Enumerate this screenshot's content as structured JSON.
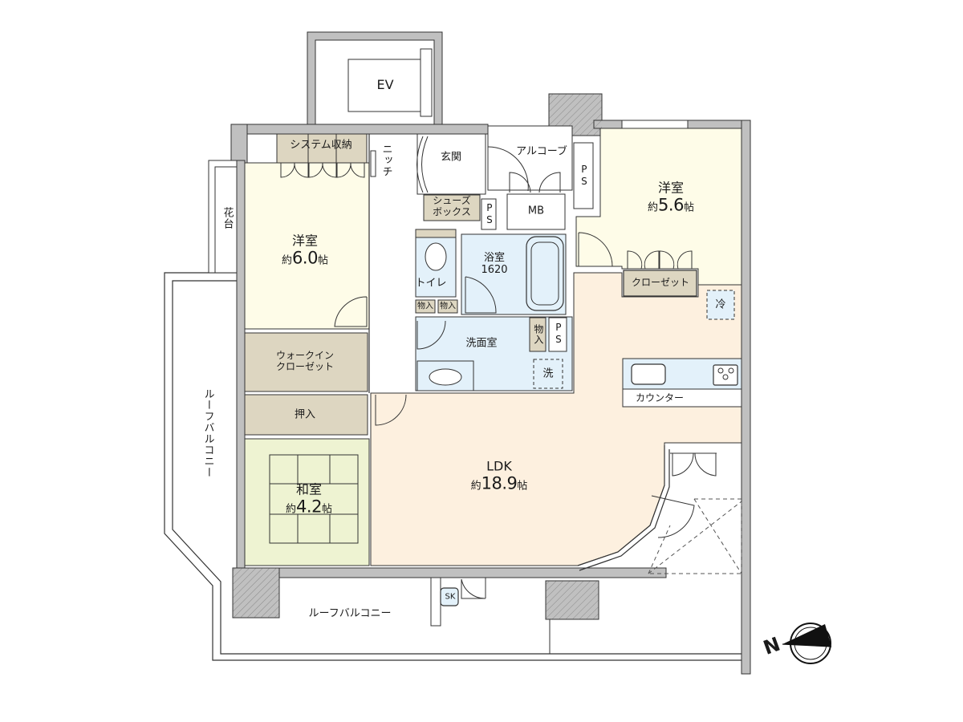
{
  "floor_plan": {
    "rooms": [
      {
        "id": "ev",
        "name": "EV"
      },
      {
        "id": "system_storage",
        "name": "システム収納"
      },
      {
        "id": "niche",
        "name": "ニッチ"
      },
      {
        "id": "entrance",
        "name": "玄関"
      },
      {
        "id": "alcove",
        "name": "アルコーブ"
      },
      {
        "id": "shoe_box",
        "name": "シューズボックス",
        "lines": [
          "シューズ",
          "ボックス"
        ]
      },
      {
        "id": "ps_1",
        "name": "PS"
      },
      {
        "id": "ps_2",
        "name": "PS"
      },
      {
        "id": "ps_3",
        "name": "PS"
      },
      {
        "id": "mb",
        "name": "MB"
      },
      {
        "id": "western_room_1",
        "name": "洋室",
        "size_prefix": "約",
        "size": "6.0",
        "size_unit": "帖"
      },
      {
        "id": "western_room_2",
        "name": "洋室",
        "size_prefix": "約",
        "size": "5.6",
        "size_unit": "帖"
      },
      {
        "id": "flower_stand",
        "name": "花台"
      },
      {
        "id": "toilet",
        "name": "トイレ"
      },
      {
        "id": "bathroom",
        "name": "浴室",
        "detail": "1620"
      },
      {
        "id": "storage_1",
        "name": "物入"
      },
      {
        "id": "storage_2",
        "name": "物入"
      },
      {
        "id": "storage_3",
        "name": "物入"
      },
      {
        "id": "washroom",
        "name": "洗面室"
      },
      {
        "id": "washer",
        "name": "洗"
      },
      {
        "id": "closet",
        "name": "クローゼット"
      },
      {
        "id": "fridge",
        "name": "冷"
      },
      {
        "id": "counter",
        "name": "カウンター"
      },
      {
        "id": "walk_in_closet",
        "name": "ウォークインクローゼット",
        "lines": [
          "ウォークイン",
          "クローゼット"
        ]
      },
      {
        "id": "oshiire",
        "name": "押入"
      },
      {
        "id": "japanese_room",
        "name": "和室",
        "size_prefix": "約",
        "size": "4.2",
        "size_unit": "帖"
      },
      {
        "id": "ldk",
        "name": "LDK",
        "size_prefix": "約",
        "size": "18.9",
        "size_unit": "帖"
      },
      {
        "id": "roof_balcony_west",
        "name": "ルーフバルコニー"
      },
      {
        "id": "roof_balcony_south",
        "name": "ルーフバルコニー"
      },
      {
        "id": "slop_sink",
        "name": "SK"
      }
    ],
    "compass": {
      "label": "N"
    },
    "colors": {
      "wall": "#c0c0c0",
      "western_room": "#fefce8",
      "japanese_room": "#eef3d2",
      "ldk": "#fdf0df",
      "wet_area": "#e3f1fa",
      "storage": "#ddd6c1",
      "line": "#333333"
    }
  }
}
